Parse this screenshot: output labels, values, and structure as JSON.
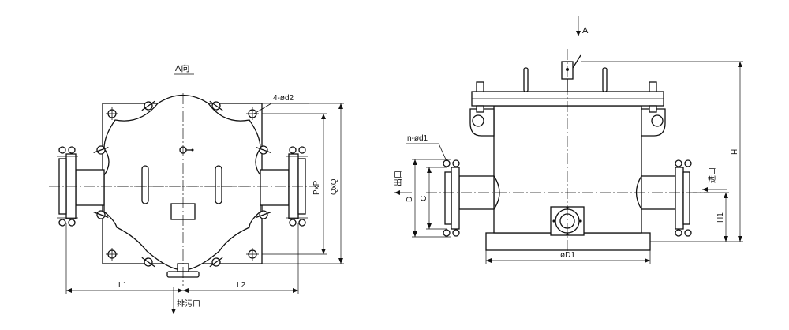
{
  "left_view": {
    "title": "A向",
    "holes_label": "4-ød2",
    "dim_px": "PxP",
    "dim_qx": "QxQ",
    "dim_l1": "L1",
    "dim_l2": "L2",
    "drain_label": "排污口"
  },
  "right_view": {
    "view_arrow_label": "A",
    "flange_holes_label": "n-ød1",
    "outlet_label": "出口",
    "inlet_label": "进口",
    "dim_d": "D",
    "dim_c": "C",
    "dim_d1": "øD1",
    "dim_h": "H",
    "dim_h1": "H1"
  }
}
